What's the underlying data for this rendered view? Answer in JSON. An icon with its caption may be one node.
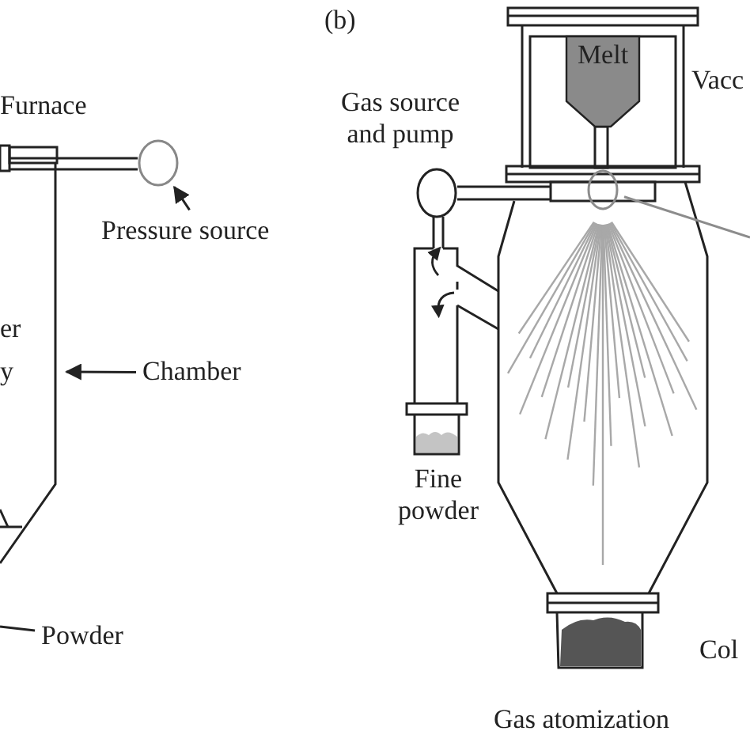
{
  "diagram": {
    "nodes": [
      {
        "text": [
          "Pressure source"
        ]
      },
      {
        "text": [],
        "shape": "circle"
      },
      {
        "text": [
          "Chamber"
        ]
      },
      {
        "text": [
          "Powder"
        ]
      },
      {
        "text": [
          "Melt"
        ]
      },
      {
        "text": [],
        "shape": "circle"
      }
    ],
    "edges": [
      {
        "from": 0,
        "to": 1,
        "arrow": "to"
      },
      {
        "from": 2,
        "to": null,
        "arrow": "to"
      },
      {
        "from": 3,
        "to": null,
        "arrow": "none"
      },
      {
        "from": 5,
        "to": null,
        "arrow": "none",
        "color": "#8c8c8c"
      }
    ],
    "labels": [
      "(b)",
      "Vacc",
      "Gas source and pump",
      "Furnace",
      "er",
      "y",
      "Fine powder",
      "Col",
      "Gas atomization"
    ]
  }
}
